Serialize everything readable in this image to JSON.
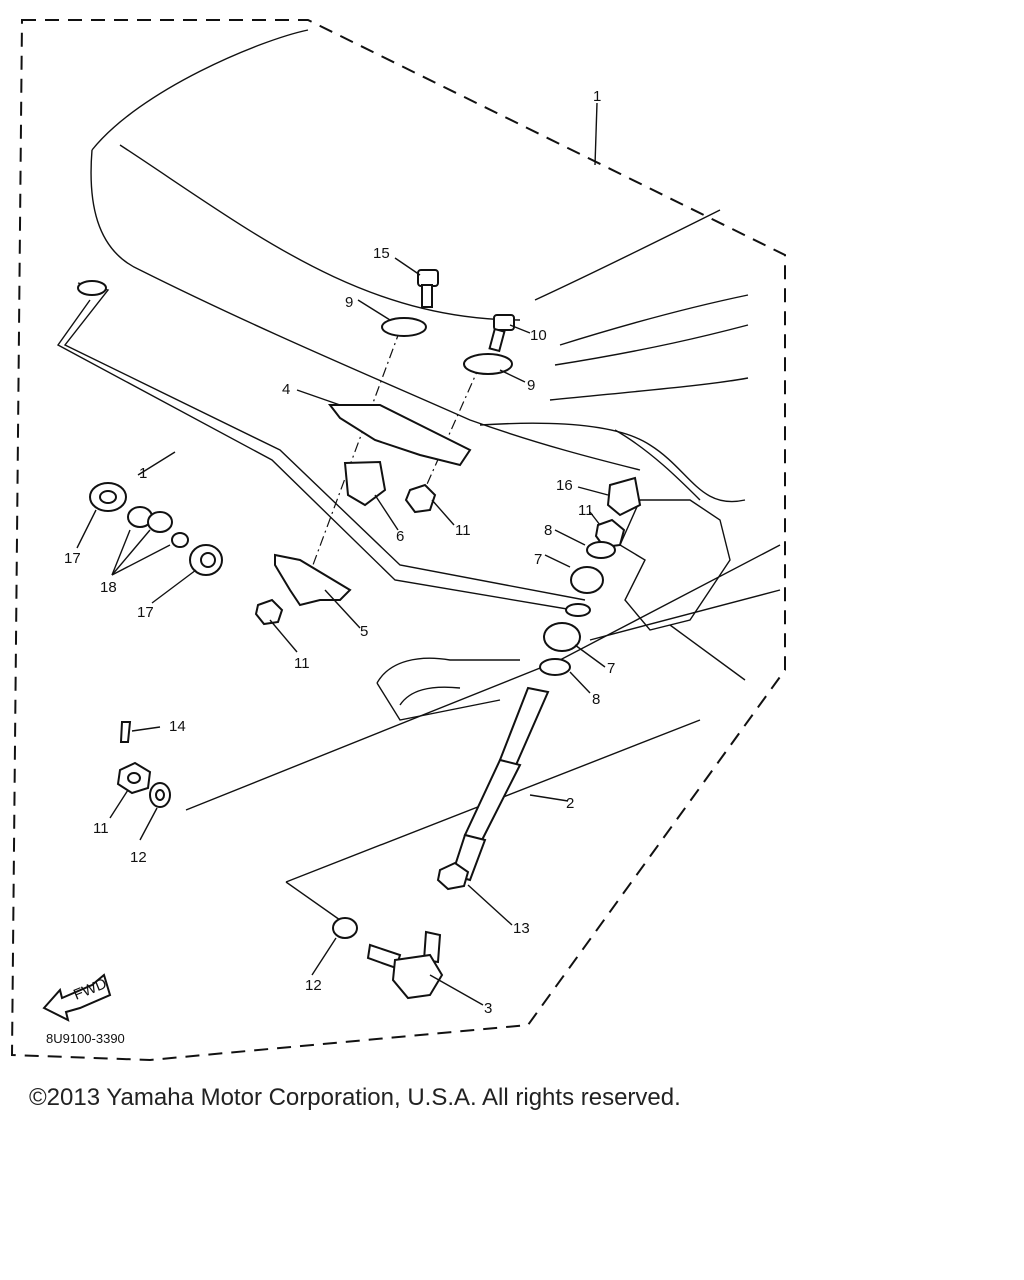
{
  "diagram": {
    "code": "8U9100-3390",
    "fwd_label": "FWD",
    "callouts": {
      "c1_top": "1",
      "c1_rod": "1",
      "c2": "2",
      "c3": "3",
      "c4": "4",
      "c5": "5",
      "c6": "6",
      "c7_upper": "7",
      "c7_lower": "7",
      "c8_upper": "8",
      "c8_lower": "8",
      "c9_left": "9",
      "c9_right": "9",
      "c10": "10",
      "c11_center": "11",
      "c11_left": "11",
      "c11_right": "11",
      "c11_bottom": "11",
      "c12_left": "12",
      "c12_bottom": "12",
      "c13": "13",
      "c14": "14",
      "c15": "15",
      "c16": "16",
      "c17_left": "17",
      "c17_right": "17",
      "c18": "18"
    }
  },
  "footer": {
    "copyright": "©2013 Yamaha Motor Corporation, U.S.A. All rights reserved."
  }
}
